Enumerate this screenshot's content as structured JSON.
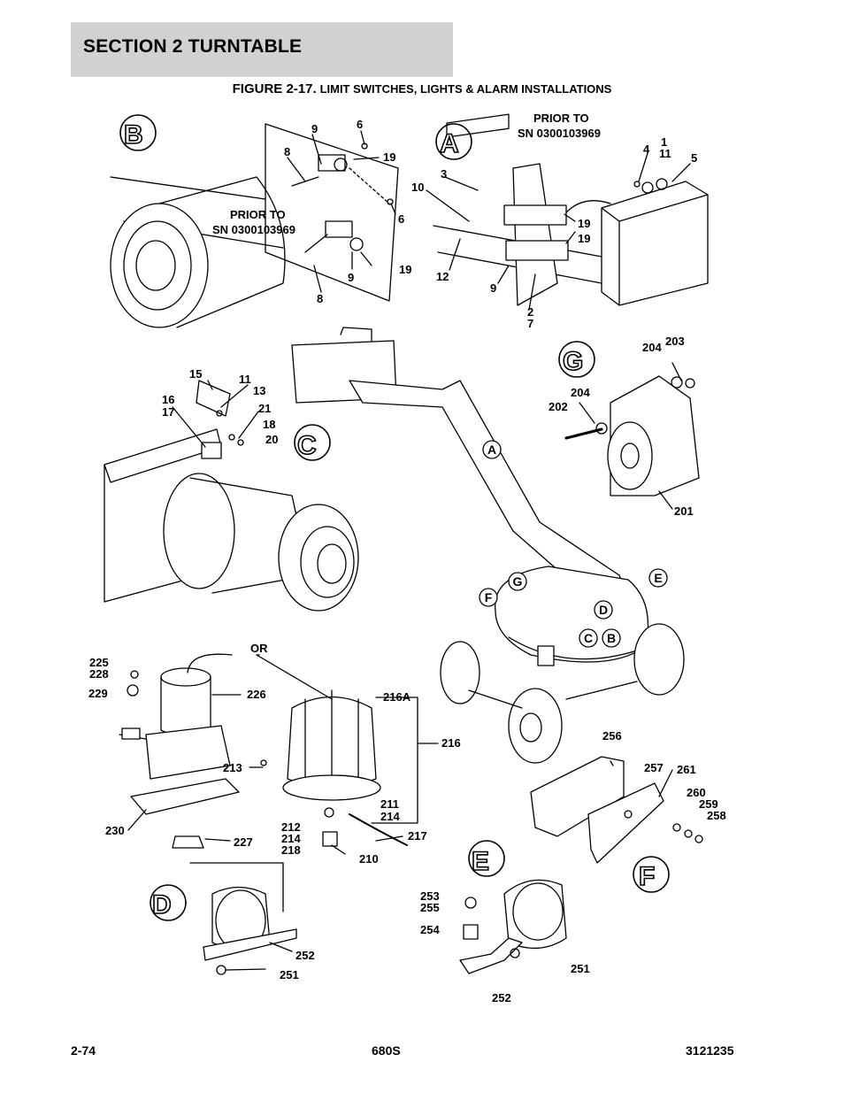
{
  "header": {
    "section": "SECTION 2   TURNTABLE"
  },
  "figure": {
    "lead": "FIGURE 2-17.",
    "rest": "LIMIT SWITCHES, LIGHTS & ALARM INSTALLATIONS"
  },
  "views": {
    "a": "A",
    "b": "B",
    "c": "C",
    "d": "D",
    "e": "E",
    "f": "F",
    "g": "G"
  },
  "notes": {
    "prior_to": "PRIOR TO",
    "serial": "SN 0300103969",
    "or": "OR"
  },
  "callouts": {
    "b": [
      "9",
      "6",
      "8",
      "19",
      "6",
      "PRIOR TO",
      "SN 0300103969",
      "9",
      "19",
      "8"
    ],
    "a": [
      "4",
      "1",
      "11",
      "5",
      "3",
      "10",
      "19",
      "19",
      "12",
      "9",
      "2",
      "7"
    ],
    "c": [
      "15",
      "11",
      "13",
      "16",
      "17",
      "21",
      "18",
      "20"
    ],
    "g": [
      "204",
      "203",
      "204",
      "202",
      "201"
    ],
    "machine": [
      "A",
      "G",
      "F",
      "D",
      "E",
      "C",
      "B"
    ],
    "d": [
      "225",
      "228",
      "229",
      "226",
      "216A",
      "216",
      "213",
      "211",
      "214",
      "212",
      "214",
      "218",
      "217",
      "210",
      "230",
      "227",
      "252",
      "251"
    ],
    "f": [
      "256",
      "257",
      "261",
      "260",
      "259",
      "258"
    ],
    "e": [
      "253",
      "255",
      "254",
      "251",
      "252"
    ]
  },
  "footer": {
    "page": "2-74",
    "model": "680S",
    "doc": "3121235"
  }
}
